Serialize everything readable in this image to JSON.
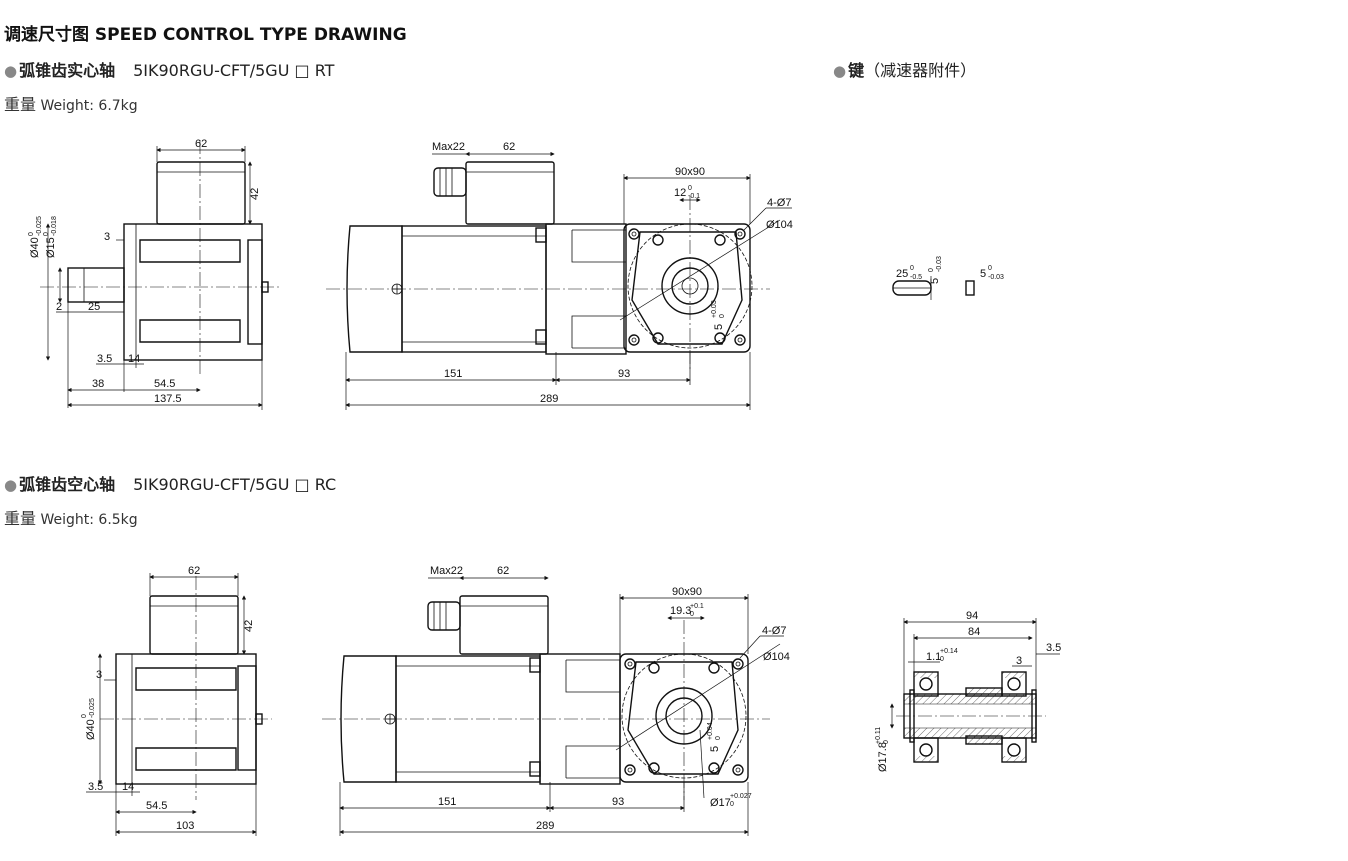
{
  "title": "调速尺寸图 SPEED CONTROL TYPE DRAWING",
  "section1": {
    "bullet": "●",
    "name": "弧锥齿实心轴",
    "model": "5IK90RGU-CFT/5GU □ RT",
    "weight_cn": "重量",
    "weight": "Weight: 6.7kg"
  },
  "key_section": {
    "bullet": "●",
    "name": "键",
    "note": "（减速器附件）"
  },
  "section2": {
    "bullet": "●",
    "name": "弧锥齿空心轴",
    "model": "5IK90RGU-CFT/5GU □ RC",
    "weight_cn": "重量",
    "weight": "Weight: 6.5kg"
  },
  "dims1": {
    "side_top": "62",
    "side_h": "42",
    "phi40": "Ø40",
    "phi40_tol_top": "0",
    "phi40_tol_bot": "-0.025",
    "phi15": "Ø15",
    "phi15_tol_top": "0",
    "phi15_tol_bot": "-0.018",
    "d3": "3",
    "d2": "2",
    "d25": "25",
    "d35": "3.5",
    "d14": "14",
    "d38": "38",
    "d545": "54.5",
    "d1375": "137.5",
    "max22": "Max22",
    "top62": "62",
    "d151": "151",
    "d93": "93",
    "d289": "289",
    "sq": "90x90",
    "d12": "12",
    "d12_tol_top": "0",
    "d12_tol_bot": "-0.1",
    "holes": "4-Ø7",
    "pcd": "Ø104",
    "key5": "5",
    "key5_tol_top": "+0.03",
    "key5_tol_bot": "0"
  },
  "key_dims": {
    "len": "25",
    "len_tol_top": "0",
    "len_tol_bot": "-0.5",
    "h": "5",
    "h_tol_top": "0",
    "h_tol_bot": "-0.03",
    "w": "5",
    "w_tol_top": "0",
    "w_tol_bot": "-0.03"
  },
  "dims2": {
    "side_top": "62",
    "side_h": "42",
    "d3": "3",
    "phi40": "Ø40",
    "phi40_tol_top": "0",
    "phi40_tol_bot": "-0.025",
    "d35": "3.5",
    "d14": "14",
    "d545": "54.5",
    "d103": "103",
    "max22": "Max22",
    "top62": "62",
    "d151": "151",
    "d93": "93",
    "d289": "289",
    "sq": "90x90",
    "d193": "19.3",
    "d193_tol_top": "+0.1",
    "d193_tol_bot": "0",
    "holes": "4-Ø7",
    "pcd": "Ø104",
    "key5": "5",
    "key5_tol_top": "+0.04",
    "key5_tol_bot": "0",
    "phi17": "Ø17",
    "phi17_tol_top": "+0.027",
    "phi17_tol_bot": "0"
  },
  "sleeve_dims": {
    "d94": "94",
    "d84": "84",
    "d35": "3.5",
    "d11": "1.1",
    "d11_tol_top": "+0.14",
    "d11_tol_bot": "0",
    "d3": "3",
    "phi178": "Ø17.8",
    "phi178_tol_top": "+0.11",
    "phi178_tol_bot": "0"
  }
}
